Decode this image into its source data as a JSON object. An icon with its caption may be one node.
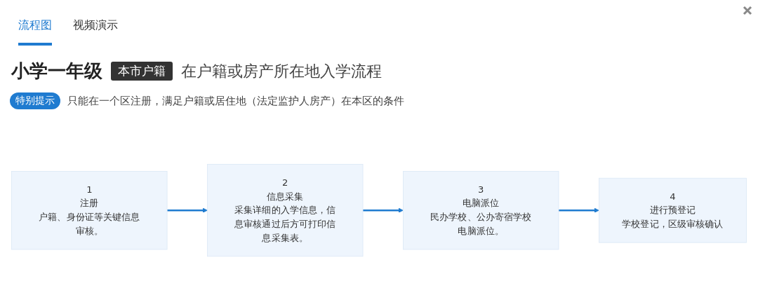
{
  "diagram": {
    "title": "小学一年级",
    "nodes": [
      {
        "text": [
          "1",
          "注册",
          "户籍、身份证等关键信息审核。"
        ]
      },
      {
        "text": [
          "2",
          "信息采集",
          "采集详细的入学信息，信息审核通过后方可打印信息采集表。"
        ]
      },
      {
        "text": [
          "3",
          "电脑派位",
          "民办学校、公办寄宿学校电脑派位。"
        ]
      },
      {
        "text": [
          "4",
          "进行预登记",
          "学校登记，区级审核确认"
        ]
      }
    ],
    "edges": [
      {
        "from": 0,
        "to": 1,
        "arrow": "to"
      },
      {
        "from": 1,
        "to": 2,
        "arrow": "to"
      },
      {
        "from": 2,
        "to": 3,
        "arrow": "to"
      }
    ],
    "labels": [
      "流程图",
      "视频演示",
      "本市户籍",
      "在户籍或房产所在地入学流程",
      "特别提示",
      "只能在一个区注册，满足户籍或居住地（法定监护人房产）在本区的条件"
    ]
  }
}
